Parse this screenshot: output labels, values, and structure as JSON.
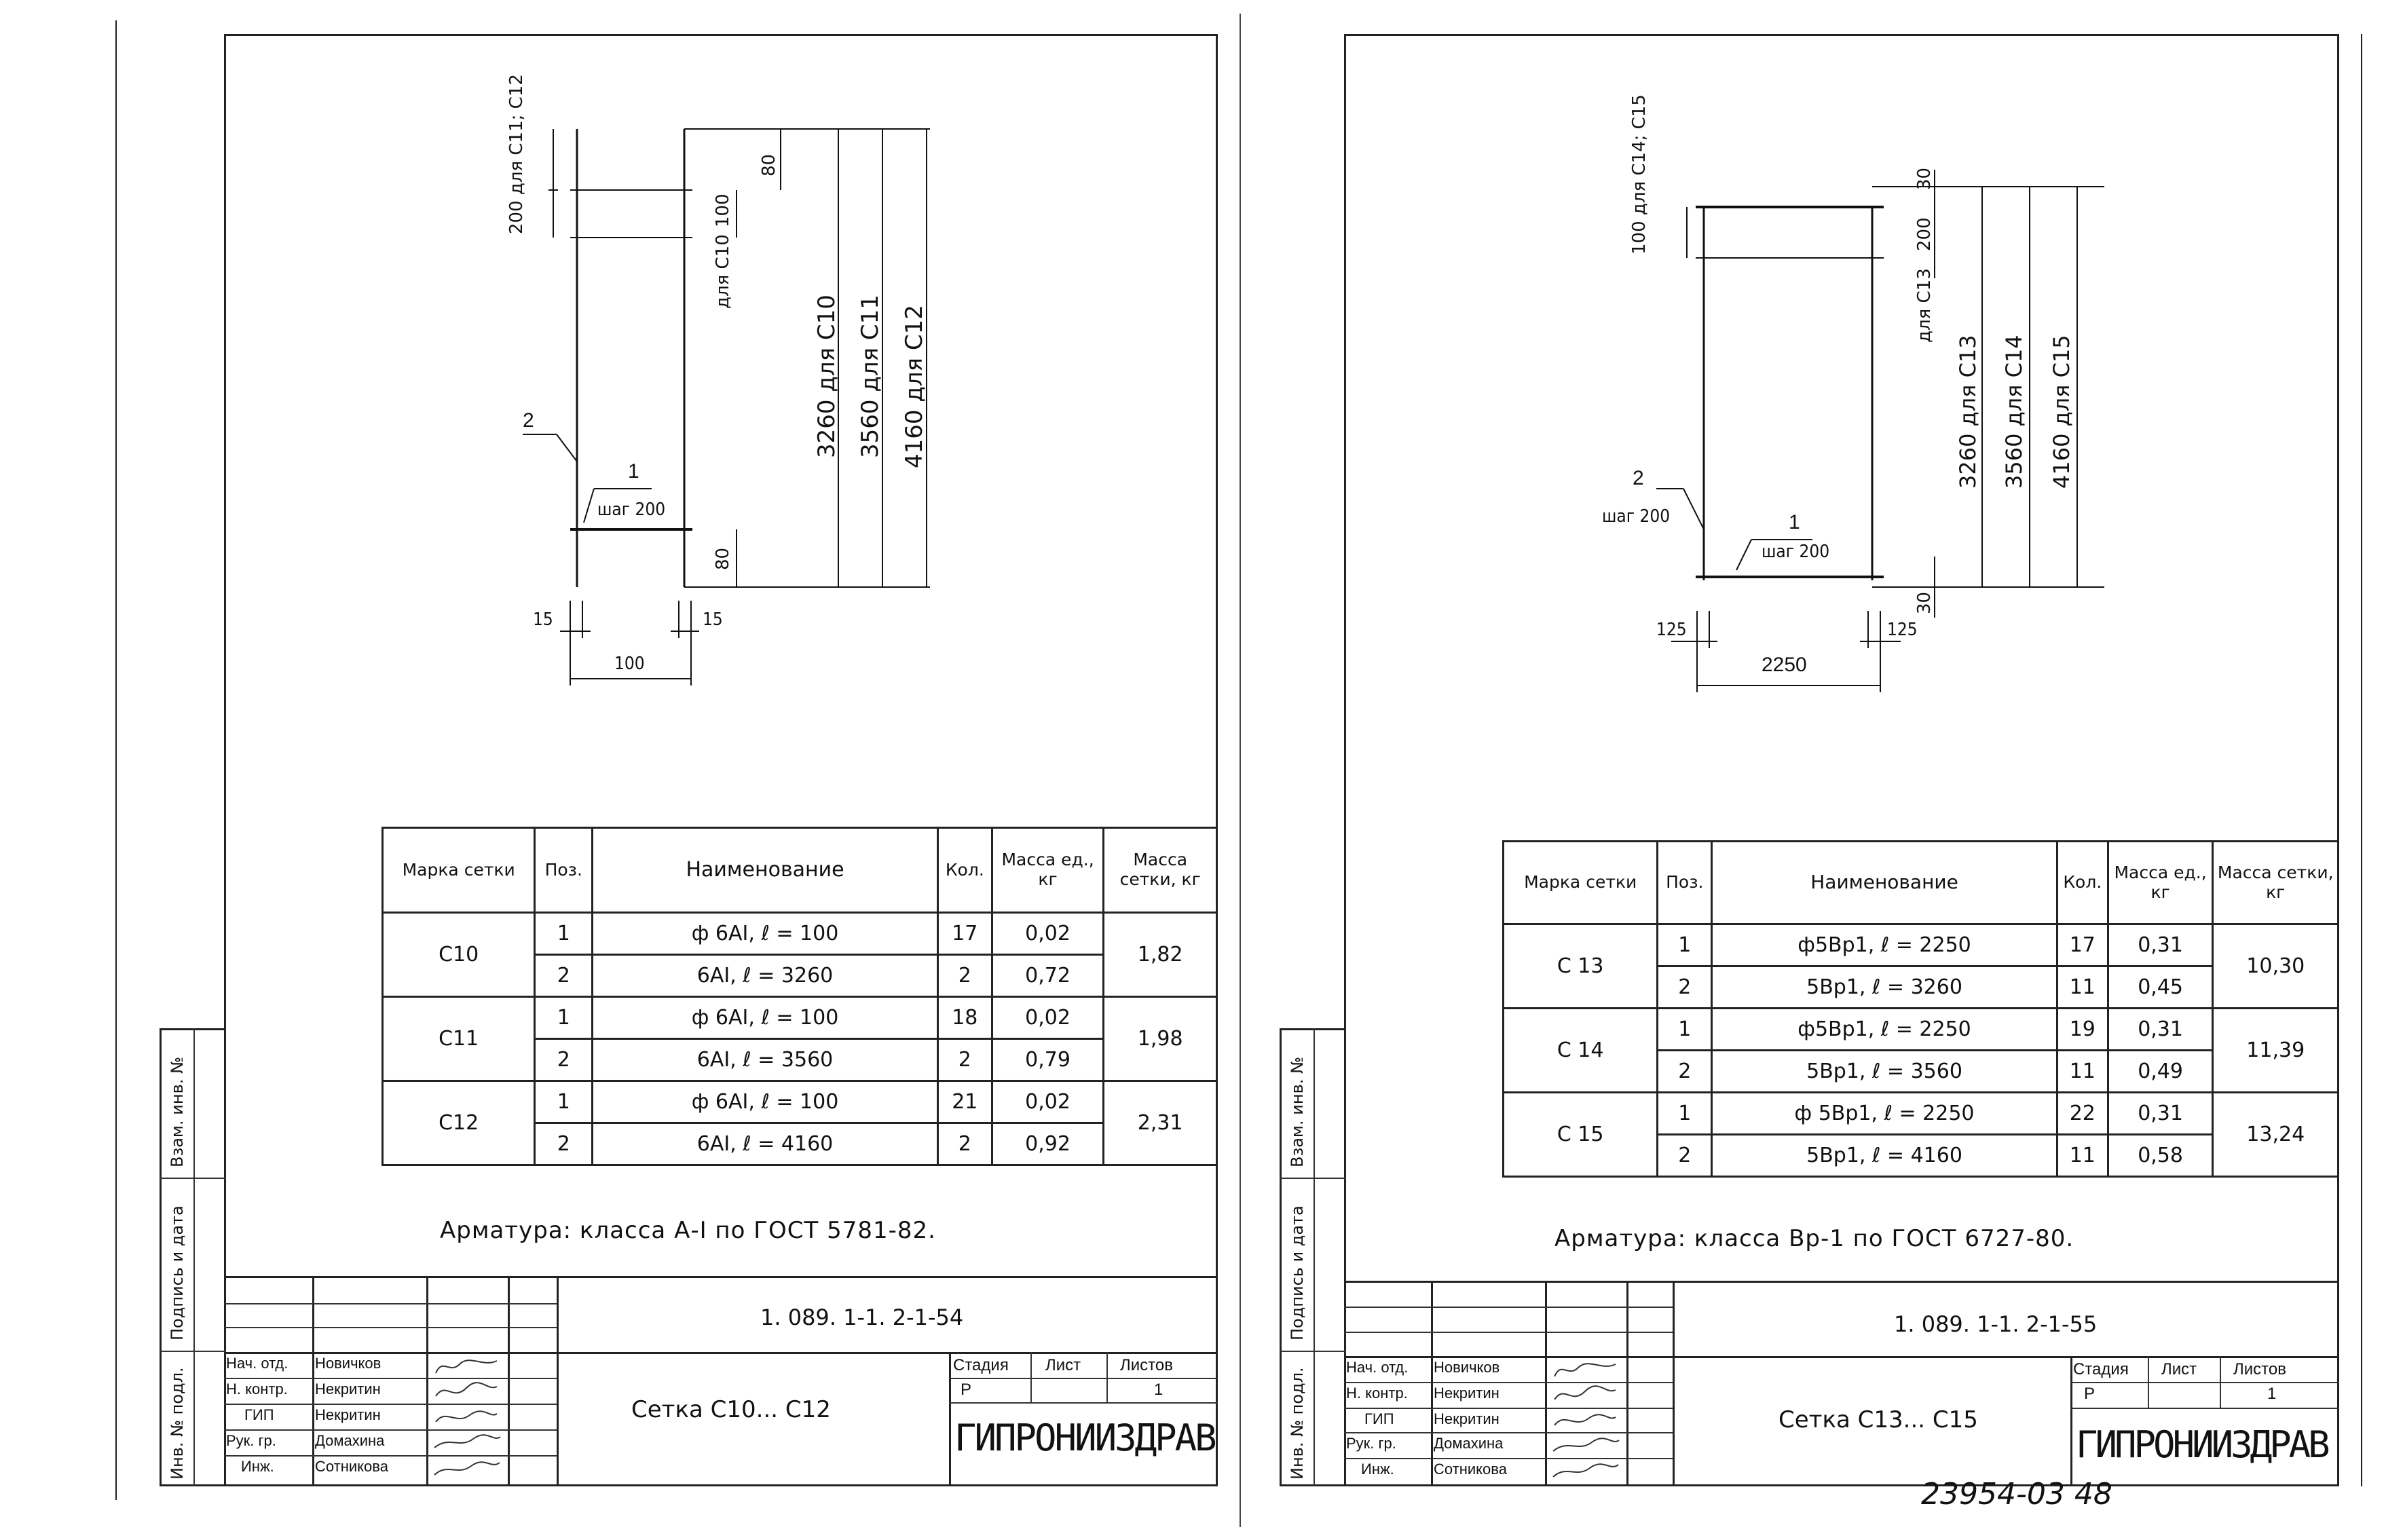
{
  "left": {
    "drawing": {
      "dim_top_label": "200 для С11; С12",
      "dim_top_80": "80",
      "dim_100": "100",
      "dim_c10": "для С10",
      "len_c10": "3260 для С10",
      "len_c11": "3560 для С11",
      "len_c12": "4160 для С12",
      "dim_bottom_80": "80",
      "pos2": "2",
      "pos1": "1",
      "step": "шаг 200",
      "edge_left": "15",
      "edge_right": "15",
      "width": "100"
    },
    "table": {
      "headers": [
        "Марка сетки",
        "Поз.",
        "Наименование",
        "Кол.",
        "Масса ед., кг",
        "Масса сетки, кг"
      ],
      "groups": [
        {
          "mark": "С10",
          "total": "1,82",
          "rows": [
            {
              "pos": "1",
              "name": "ф 6АI,   ℓ = 100",
              "qty": "17",
              "mass": "0,02"
            },
            {
              "pos": "2",
              "name": "6АI,   ℓ = 3260",
              "qty": "2",
              "mass": "0,72"
            }
          ]
        },
        {
          "mark": "С11",
          "total": "1,98",
          "rows": [
            {
              "pos": "1",
              "name": "ф 6АI,   ℓ = 100",
              "qty": "18",
              "mass": "0,02"
            },
            {
              "pos": "2",
              "name": "6АI,   ℓ = 3560",
              "qty": "2",
              "mass": "0,79"
            }
          ]
        },
        {
          "mark": "С12",
          "total": "2,31",
          "rows": [
            {
              "pos": "1",
              "name": "ф 6АI,   ℓ = 100",
              "qty": "21",
              "mass": "0,02"
            },
            {
              "pos": "2",
              "name": "6АI,   ℓ = 4160",
              "qty": "2",
              "mass": "0,92"
            }
          ]
        }
      ]
    },
    "note": "Арматура: класса А-I по ГОСТ 5781-82.",
    "stamp": {
      "code": "1. 089. 1-1. 2-1-54",
      "title": "Сетка С10... С12",
      "org": "ГИПРОНИИЗДРАВ",
      "stage_h": "Стадия",
      "sheet_h": "Лист",
      "sheets_h": "Листов",
      "stage": "Р",
      "sheet": "",
      "sheets": "1",
      "roles": [
        "Нач. отд.",
        "Н. контр.",
        "ГИП",
        "Рук. гр.",
        "Инж."
      ],
      "names": [
        "Новичков",
        "Некритин",
        "Некритин",
        "Домахина",
        "Сотникова"
      ]
    },
    "margin_labels": [
      "Инв. № подл.",
      "Подпись и дата",
      "Взам. инв. №"
    ]
  },
  "right": {
    "drawing": {
      "dim_top_label": "100 для С14; С15",
      "dim_top_30": "30",
      "dim_200": "200",
      "dim_c13": "для С13",
      "len_c13": "3260 для С13",
      "len_c14": "3560 для С14",
      "len_c15": "4160 для С15",
      "dim_bottom_30": "30",
      "pos2": "2",
      "step2": "шаг 200",
      "pos1": "1",
      "step": "шаг 200",
      "edge_left": "125",
      "edge_right": "125",
      "width": "2250"
    },
    "table": {
      "headers": [
        "Марка сетки",
        "Поз.",
        "Наименование",
        "Кол.",
        "Масса ед., кг",
        "Масса сетки, кг"
      ],
      "groups": [
        {
          "mark": "С 13",
          "total": "10,30",
          "rows": [
            {
              "pos": "1",
              "name": "ф5Вр1,   ℓ = 2250",
              "qty": "17",
              "mass": "0,31"
            },
            {
              "pos": "2",
              "name": "5Вр1,   ℓ = 3260",
              "qty": "11",
              "mass": "0,45"
            }
          ]
        },
        {
          "mark": "С 14",
          "total": "11,39",
          "rows": [
            {
              "pos": "1",
              "name": "ф5Вр1,   ℓ = 2250",
              "qty": "19",
              "mass": "0,31"
            },
            {
              "pos": "2",
              "name": "5Вр1,   ℓ = 3560",
              "qty": "11",
              "mass": "0,49"
            }
          ]
        },
        {
          "mark": "С 15",
          "total": "13,24",
          "rows": [
            {
              "pos": "1",
              "name": "ф 5Вр1,   ℓ = 2250",
              "qty": "22",
              "mass": "0,31"
            },
            {
              "pos": "2",
              "name": "5Вр1,   ℓ = 4160",
              "qty": "11",
              "mass": "0,58"
            }
          ]
        }
      ]
    },
    "note": "Арматура: класса  Вр-1  по  ГОСТ 6727-80.",
    "stamp": {
      "code": "1. 089. 1-1. 2-1-55",
      "title": "Сетка С13... С15",
      "org": "ГИПРОНИИЗДРАВ",
      "stage_h": "Стадия",
      "sheet_h": "Лист",
      "sheets_h": "Листов",
      "stage": "Р",
      "sheet": "",
      "sheets": "1",
      "roles": [
        "Нач. отд.",
        "Н. контр.",
        "ГИП",
        "Рук. гр.",
        "Инж."
      ],
      "names": [
        "Новичков",
        "Некритин",
        "Некритин",
        "Домахина",
        "Сотникова"
      ]
    },
    "margin_labels": [
      "Инв. № подл.",
      "Подпись и дата",
      "Взам. инв. №"
    ]
  },
  "footer_number": "23954-03   48"
}
